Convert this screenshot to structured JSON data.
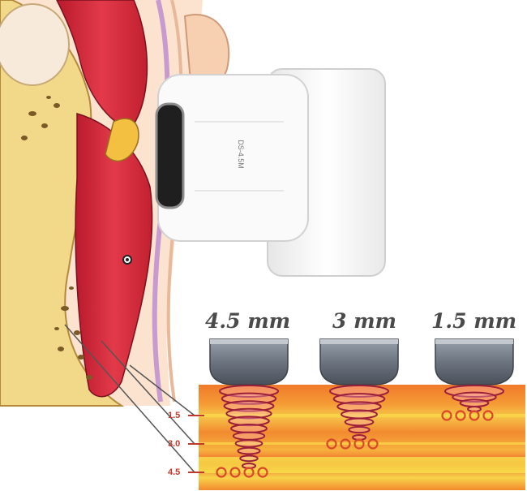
{
  "cartridges": [
    {
      "depth_label": "4.5 mm",
      "focal_depth_mm": 4.5,
      "energy_points": 4
    },
    {
      "depth_label": "3 mm",
      "focal_depth_mm": 3.0,
      "energy_points": 4
    },
    {
      "depth_label": "1.5 mm",
      "focal_depth_mm": 1.5,
      "energy_points": 4
    }
  ],
  "depth_markers": [
    "1.5",
    "3.0",
    "4.5"
  ],
  "handpiece": {
    "side_marking": "DS-4.5M"
  },
  "colors": {
    "skin_band": "#f28a30",
    "focal_ring": "#9c1f3a",
    "energy_point": "#d9482a",
    "muscle": "#d8263a",
    "bone": "#f2d98a",
    "marker_text": "#c0392b"
  }
}
